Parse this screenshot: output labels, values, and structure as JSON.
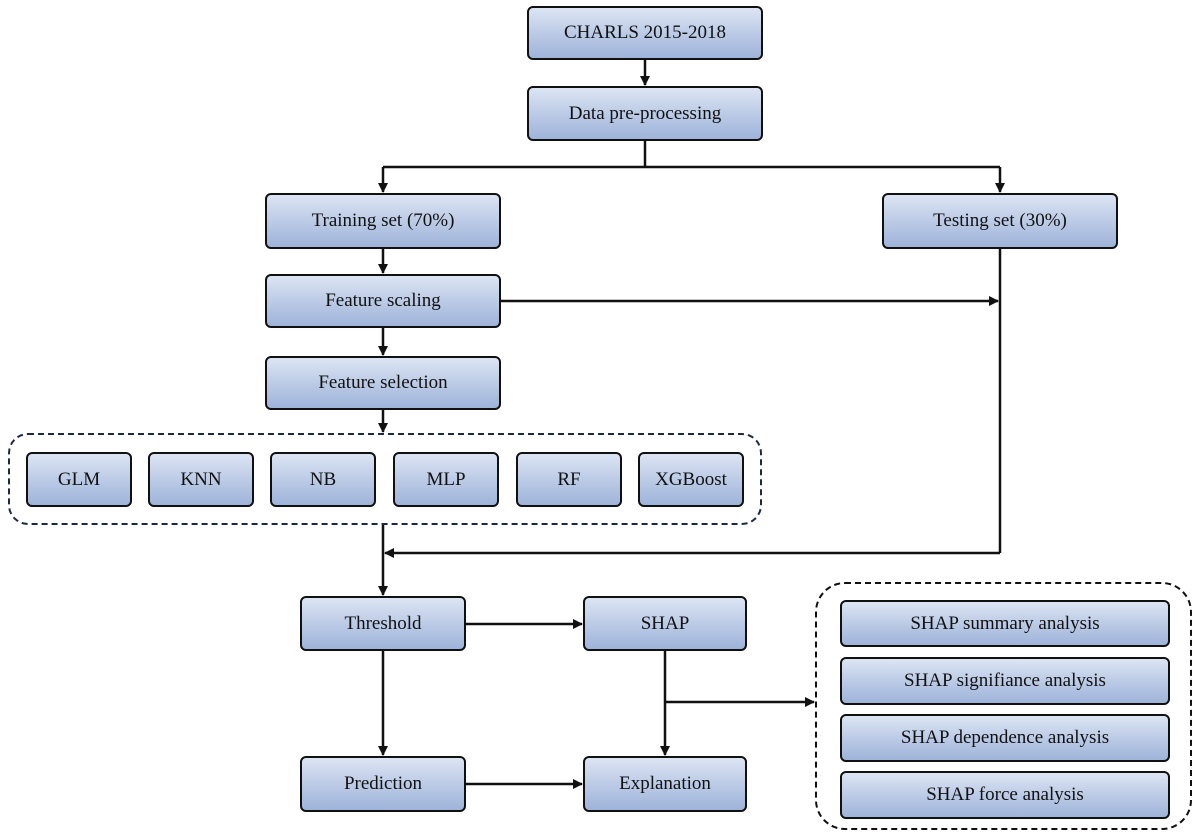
{
  "nodes": {
    "charls": "CHARLS 2015-2018",
    "preprocessing": "Data pre-processing",
    "training": "Training set (70%)",
    "testing": "Testing set (30%)",
    "scaling": "Feature scaling",
    "selection": "Feature selection",
    "threshold": "Threshold",
    "shap": "SHAP",
    "prediction": "Prediction",
    "explanation": "Explanation"
  },
  "models": [
    "GLM",
    "KNN",
    "NB",
    "MLP",
    "RF",
    "XGBoost"
  ],
  "shap_analyses": [
    "SHAP summary analysis",
    "SHAP signifiance analysis",
    "SHAP dependence analysis",
    "SHAP force analysis"
  ]
}
